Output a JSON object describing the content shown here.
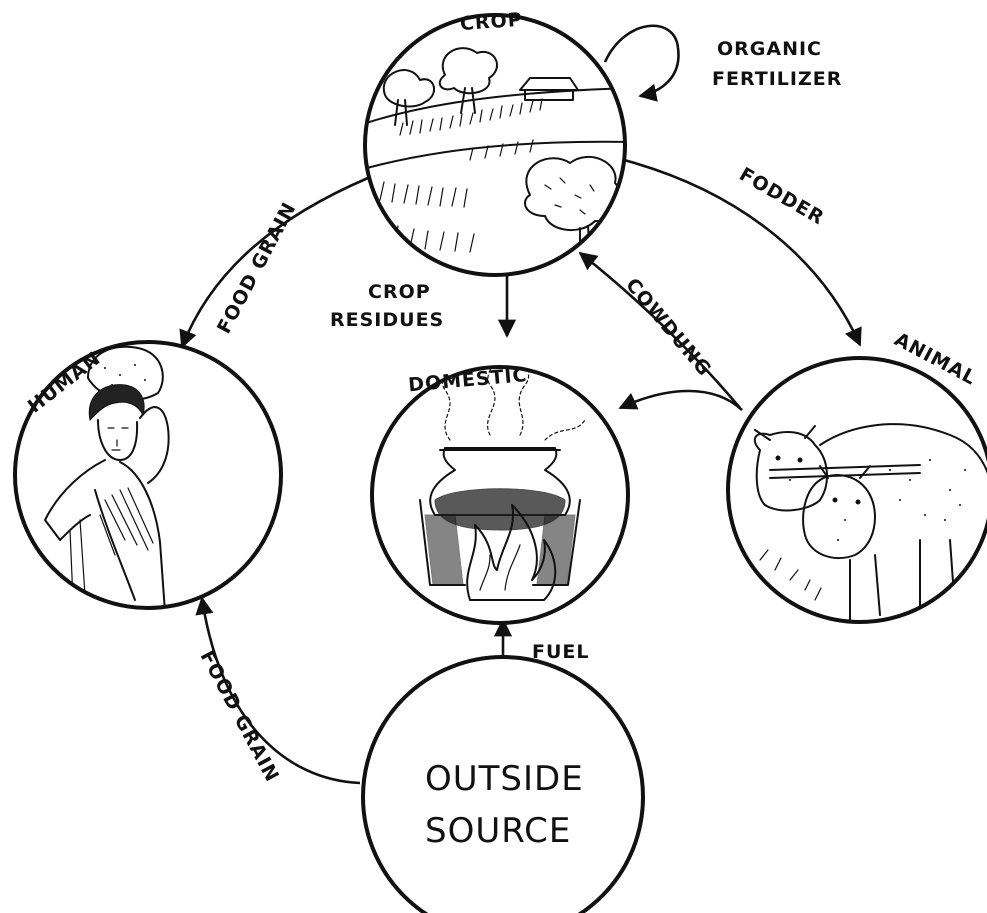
{
  "nodes": {
    "crop": "CROP",
    "human": "HUMAN",
    "domestic": "DOMESTIC",
    "animal": "ANIMAL",
    "outside_line1": "OUTSIDE",
    "outside_line2": "SOURCE"
  },
  "edges": {
    "organic_fertilizer_line1": "ORGANIC",
    "organic_fertilizer_line2": "FERTILIZER",
    "food_grain_crop_human": "FOOD GRAIN",
    "crop_residues_line1": "CROP",
    "crop_residues_line2": "RESIDUES",
    "fodder": "FODDER",
    "cowdung": "COWDUNG",
    "fuel": "FUEL",
    "food_grain_outside_human": "FOOD GRAIN"
  }
}
